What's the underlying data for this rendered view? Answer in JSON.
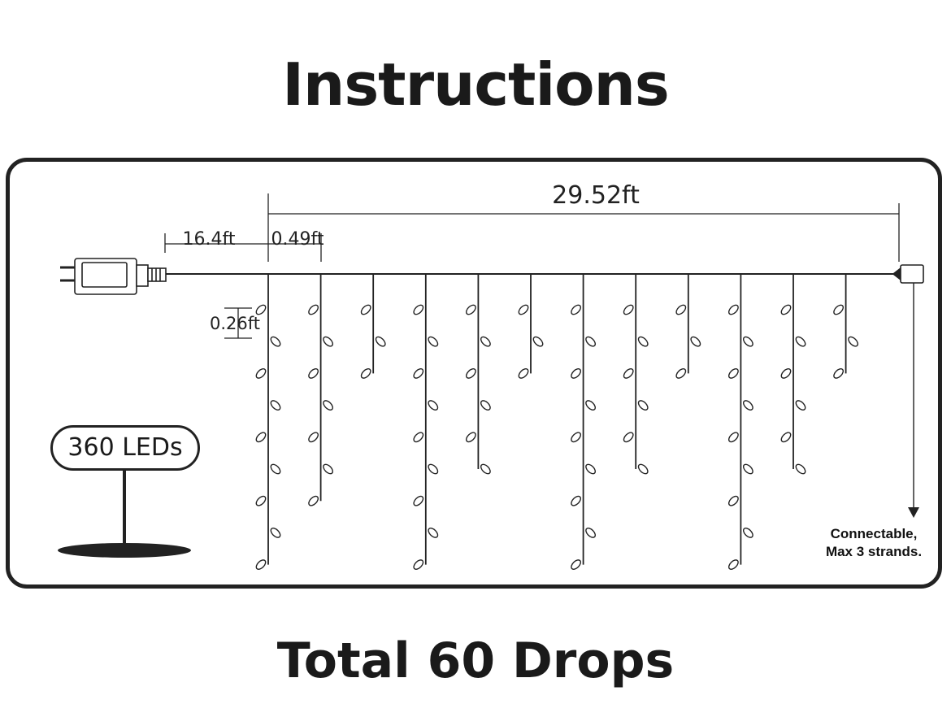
{
  "title": "Instructions",
  "footer": "Total 60 Drops",
  "dimensions": {
    "total_length": "29.52ft",
    "lead_length": "16.4ft",
    "drop_spacing": "0.49ft",
    "led_spacing": "0.26ft"
  },
  "badge": "360 LEDs",
  "note": {
    "line1": "Connectable,",
    "line2": "Max 3 strands."
  },
  "drops": [
    9,
    7,
    3,
    9,
    6,
    3,
    9,
    6,
    3,
    9,
    6,
    3
  ],
  "colors": {
    "line": "#222222",
    "bulb_fill": "#ffffff"
  },
  "icons": {
    "plug": "power-adapter-icon",
    "connector": "end-connector-icon"
  }
}
